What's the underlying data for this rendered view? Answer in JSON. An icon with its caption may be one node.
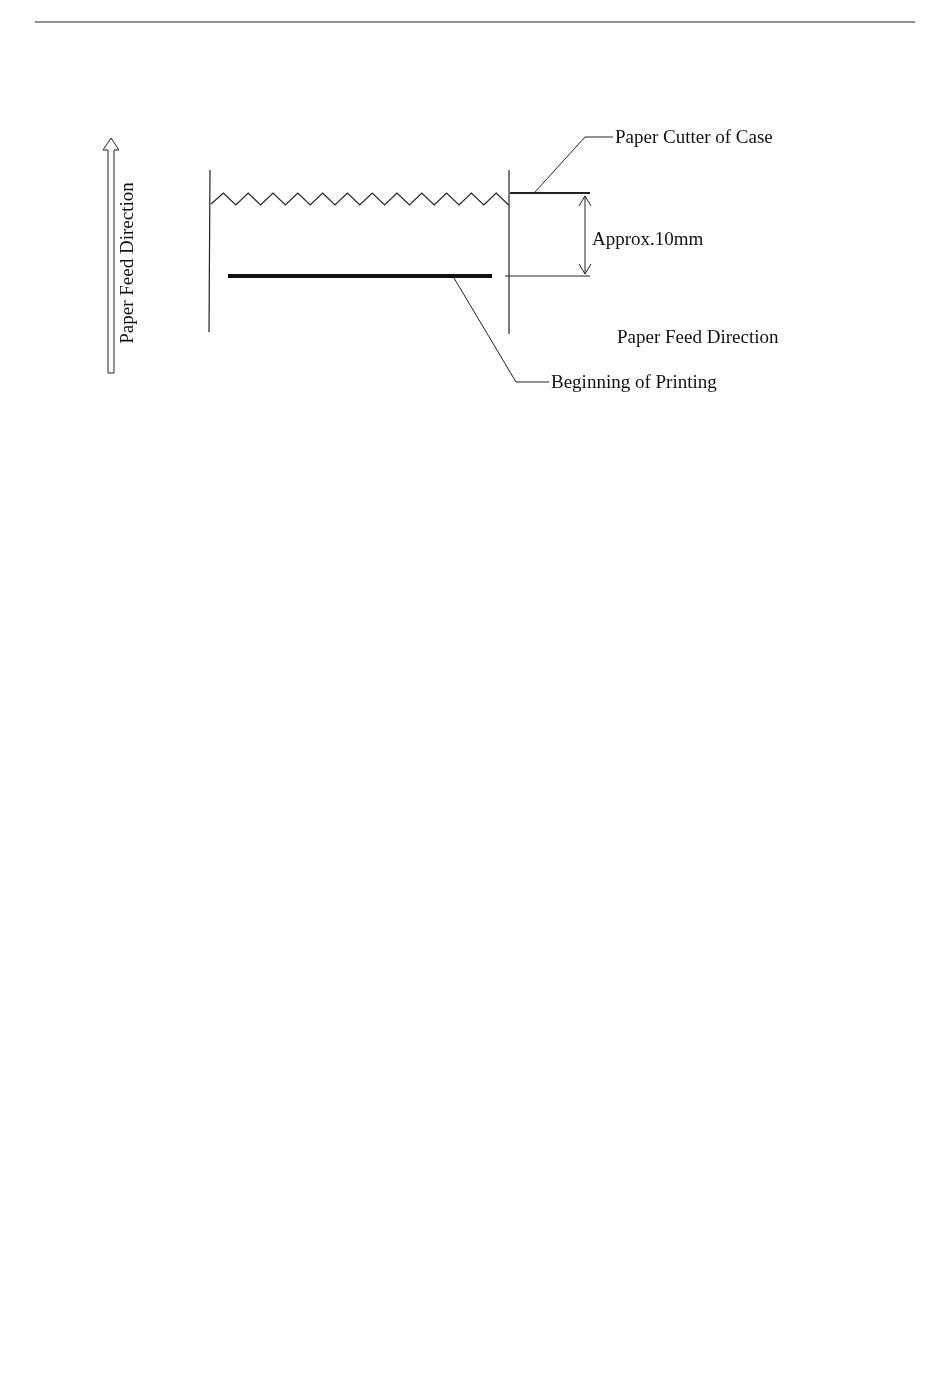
{
  "diagram": {
    "nodes": [
      {
        "text": [
          "Paper Cutter of Case"
        ]
      },
      {
        "text": [],
        "shape": "bar"
      },
      {
        "text": [
          "Beginning of Printing"
        ]
      },
      {
        "text": [],
        "shape": "bar"
      }
    ],
    "edges": [
      {
        "from": 0,
        "to": 1,
        "arrow": "none"
      },
      {
        "from": 2,
        "to": 3,
        "arrow": "none"
      }
    ],
    "labels": [
      "Paper Feed Direction",
      "Approx.10mm",
      "Paper Feed Direction"
    ]
  }
}
